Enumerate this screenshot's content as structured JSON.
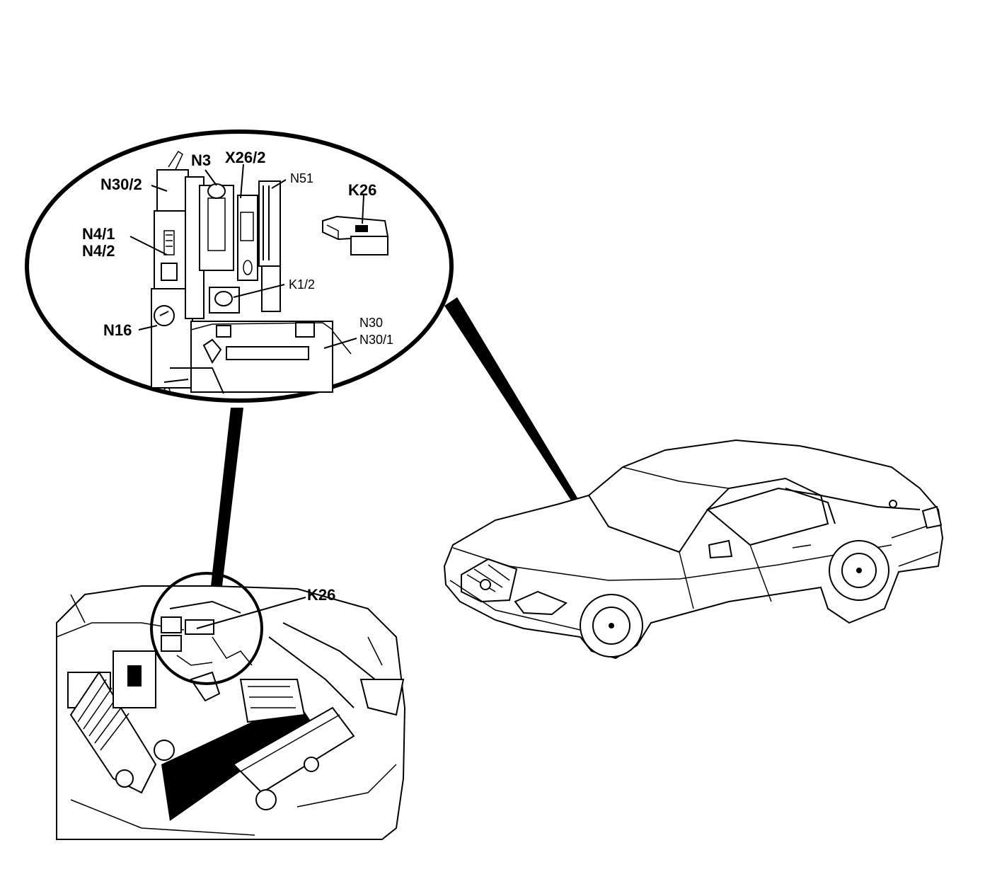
{
  "labels": {
    "n30_2": "N30/2",
    "n3": "N3",
    "x26_2": "X26/2",
    "n51": "N51",
    "k26_zoom": "K26",
    "n4_1": "N4/1",
    "n4_2": "N4/2",
    "k1_2": "K1/2",
    "n16": "N16",
    "n30": "N30",
    "n30_1": "N30/1",
    "k26_engine": "K26"
  },
  "colors": {
    "ink": "#000000",
    "paper": "#ffffff"
  }
}
